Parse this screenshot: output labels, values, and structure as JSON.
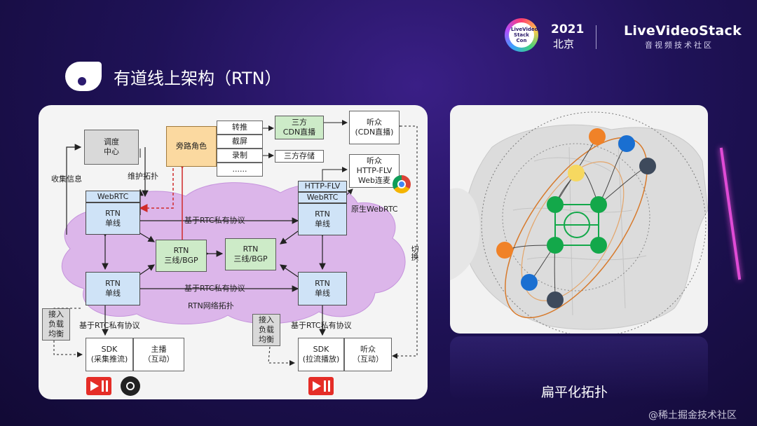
{
  "header": {
    "event_logo_text": "LiveVideo Stack Con",
    "event_year": "2021",
    "event_city": "北京",
    "brand_name": "LiveVideoStack",
    "brand_tagline": "音视频技术社区"
  },
  "slide": {
    "title": "有道线上架构（RTN）",
    "right_caption": "扁平化拓扑",
    "watermark": "@稀土掘金技术社区"
  },
  "diagram": {
    "scheduler": "调度\n中心",
    "bypass_role": "旁路角色",
    "bypass_items": [
      "转推",
      "截屏",
      "录制",
      "......"
    ],
    "third_party_cdn": "三方\nCDN直播",
    "third_party_storage": "三方存储",
    "audience_cdn": "听众\n(CDN直播)",
    "audience_webrtc": "听众\nHTTP-FLV\nWeb连麦",
    "collect_info": "收集信息",
    "maintain_topology": "维护拓扑",
    "webrtc_left": "WebRTC",
    "httpflv_right": "HTTP-FLV",
    "webrtc_right": "WebRTC",
    "rtn_single": "RTN\n单线",
    "rtn_three": "RTN\n三线/BGP",
    "rtc_private": "基于RTC私有协议",
    "native_webrtc": "原生WebRTC",
    "switch": "切换",
    "rtn_topology": "RTN网络拓扑",
    "access_lb": "接入\n负载\n均衡",
    "sdk_push": "SDK\n(采集推流)",
    "host": "主播\n（互动）",
    "sdk_pull": "SDK\n(拉流播放)",
    "listener": "听众\n（互动）"
  },
  "colors": {
    "background": "#1f1257",
    "accent_pink": "#e04bd6",
    "cloud": "#dcb6ea",
    "node_green": "#13a84a",
    "node_orange": "#f08228",
    "node_blue": "#1a6fd1",
    "node_yellow": "#f6d860",
    "node_dark": "#3e4a5c"
  },
  "icons": [
    "chrome-icon",
    "video-app-icon",
    "obs-icon"
  ]
}
